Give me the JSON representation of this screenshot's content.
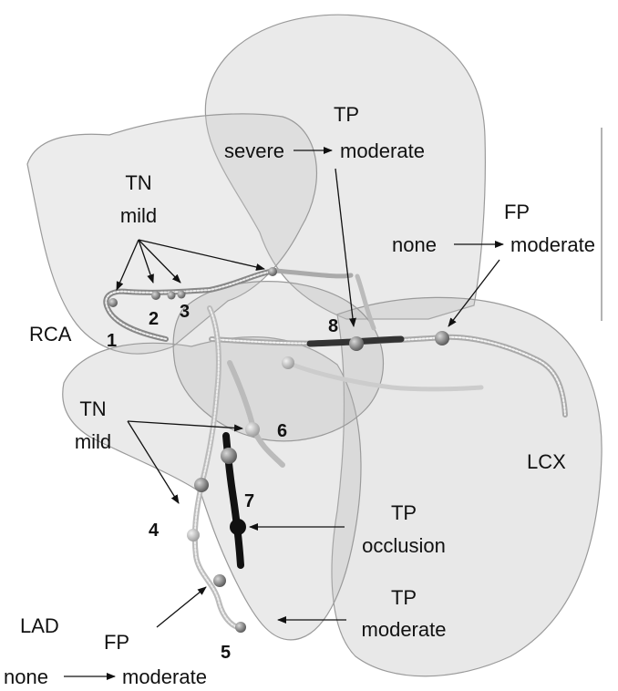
{
  "vessels": {
    "rca": "RCA",
    "lad": "LAD",
    "lcx": "LCX"
  },
  "segments": [
    "1",
    "2",
    "3",
    "4",
    "5",
    "6",
    "7",
    "8"
  ],
  "annotations": {
    "tn_top": {
      "line1": "TN",
      "line2": "mild"
    },
    "tp_top": {
      "line1": "TP",
      "from": "severe",
      "to": "moderate"
    },
    "fp_right": {
      "line1": "FP",
      "from": "none",
      "to": "moderate"
    },
    "tn_left": {
      "line1": "TN",
      "line2": "mild"
    },
    "tp_occlusion": {
      "line1": "TP",
      "line2": "occlusion"
    },
    "tp_moderate": {
      "line1": "TP",
      "line2": "moderate"
    },
    "fp_bottom": {
      "line1": "FP",
      "from": "none",
      "to": "moderate"
    }
  }
}
